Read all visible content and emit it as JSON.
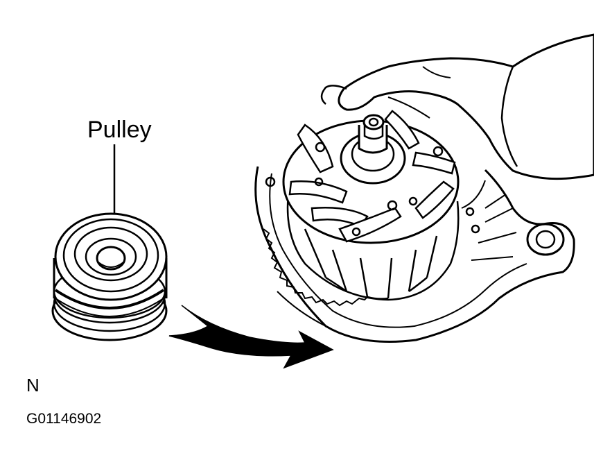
{
  "labels": {
    "callout": "Pulley",
    "view_letter": "N",
    "figure_id": "G01146902"
  },
  "colors": {
    "line": "#000000",
    "background": "#ffffff"
  }
}
